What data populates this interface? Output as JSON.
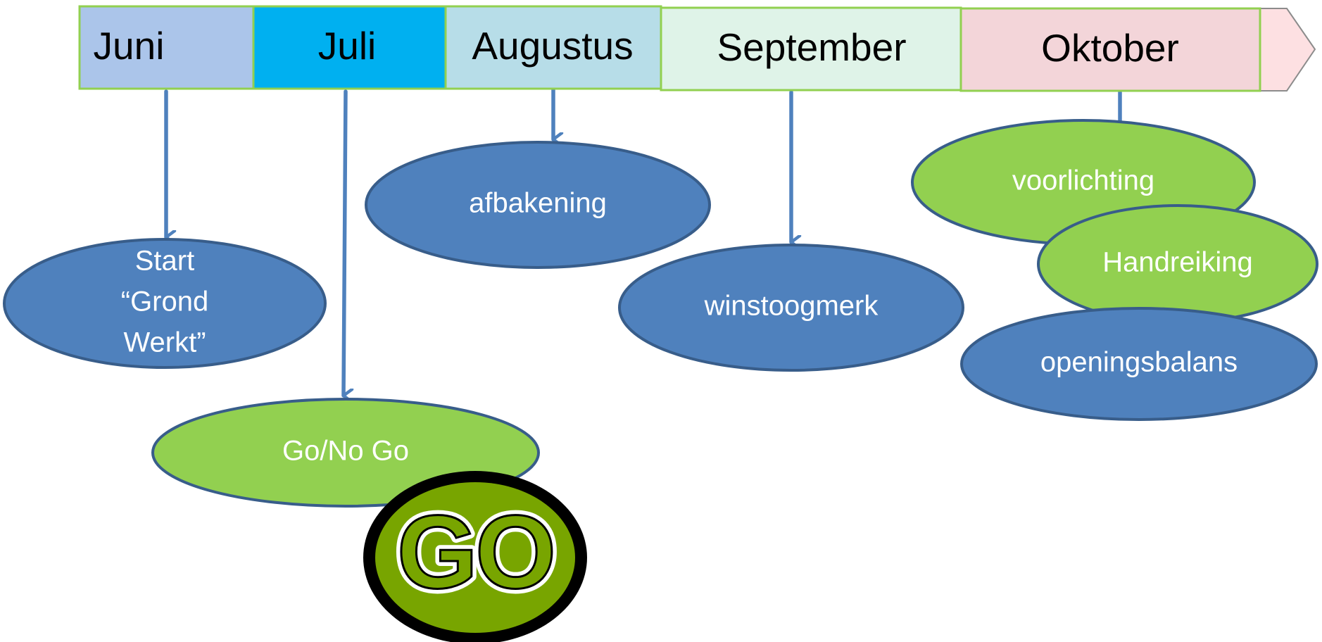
{
  "timeline": {
    "months": [
      {
        "label": "Juni",
        "fill": "#abc5ea"
      },
      {
        "label": "Juli",
        "fill": "#00b0f0"
      },
      {
        "label": "Augustus",
        "fill": "#b7dde8"
      },
      {
        "label": "September",
        "fill": "#dff3e8"
      },
      {
        "label": "Oktober",
        "fill": "#f3d5d9"
      }
    ],
    "border_color": "#92d050",
    "arrow_tip_fill": "#fde0e2"
  },
  "milestones": [
    {
      "label": "Start\n“Grond\nWerkt”",
      "fill": "#4f81bd"
    },
    {
      "label": "Go/No Go",
      "fill": "#92d050"
    },
    {
      "label": "afbakening",
      "fill": "#4f81bd"
    },
    {
      "label": "winstoogmerk",
      "fill": "#4f81bd"
    },
    {
      "label": "voorlichting",
      "fill": "#92d050"
    },
    {
      "label": "Handreiking",
      "fill": "#92d050"
    },
    {
      "label": "openingsbalans",
      "fill": "#4f81bd"
    }
  ],
  "connector_color": "#4f81bd",
  "ellipse_stroke": "#385d8a",
  "go_badge": {
    "text": "GO",
    "fill": "#78a500",
    "ring": "#000000"
  }
}
